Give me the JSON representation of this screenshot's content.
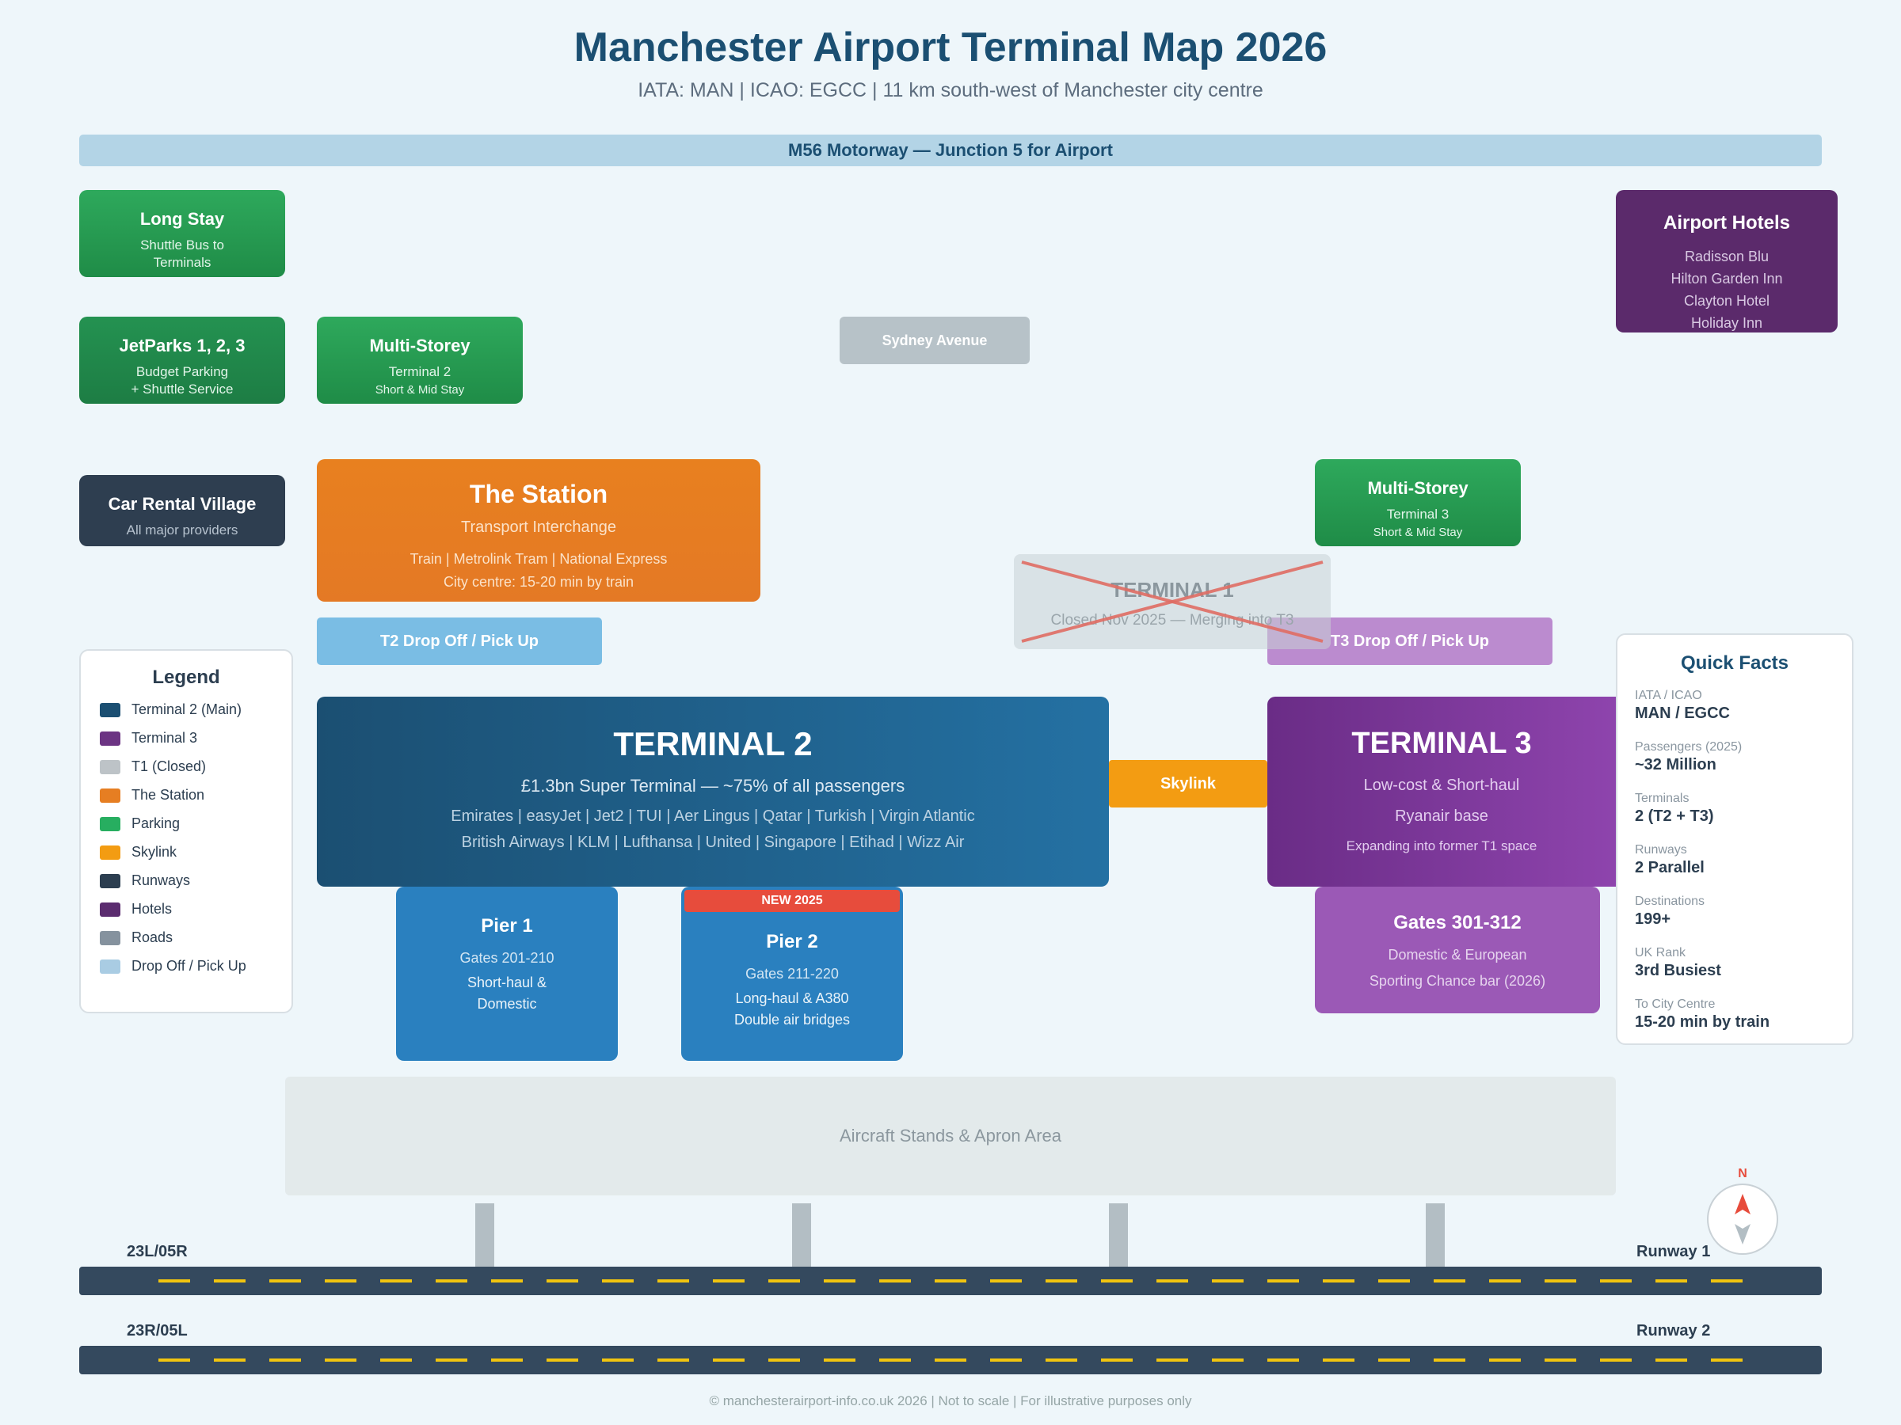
{
  "header": {
    "title": "Manchester Airport Terminal Map 2026",
    "subtitle": "IATA: MAN | ICAO: EGCC | 11 km south-west of Manchester city centre"
  },
  "motorway": "M56 Motorway — Junction 5 for Airport",
  "long_stay": {
    "title": "Long Stay",
    "line1": "Shuttle Bus to",
    "line2": "Terminals"
  },
  "jetparks": {
    "title": "JetParks 1, 2, 3",
    "line1": "Budget Parking",
    "line2": "+ Shuttle Service"
  },
  "multistorey_t2": {
    "title": "Multi-Storey",
    "line1": "Terminal 2",
    "line2": "Short & Mid Stay"
  },
  "sydney_avenue": "Sydney Avenue",
  "hotels": {
    "title": "Airport Hotels",
    "items": [
      "Radisson Blu",
      "Hilton Garden Inn",
      "Clayton Hotel",
      "Holiday Inn"
    ]
  },
  "car_rental": {
    "title": "Car Rental Village",
    "line1": "All major providers"
  },
  "station": {
    "title": "The Station",
    "subtitle": "Transport Interchange",
    "line1": "Train | Metrolink Tram | National Express",
    "line2": "City centre: 15-20 min by train"
  },
  "multistorey_t3": {
    "title": "Multi-Storey",
    "line1": "Terminal 3",
    "line2": "Short & Mid Stay"
  },
  "terminal1": {
    "title": "TERMINAL 1",
    "line1": "Closed Nov 2025 — Merging into T3"
  },
  "t2_dropoff": "T2 Drop Off / Pick Up",
  "t3_dropoff": "T3 Drop Off / Pick Up",
  "terminal2": {
    "title": "TERMINAL 2",
    "subtitle": "£1.3bn Super Terminal — ~75% of all passengers",
    "airlines1": "Emirates | easyJet | Jet2 | TUI | Aer Lingus | Qatar | Turkish | Virgin Atlantic",
    "airlines2": "British Airways | KLM | Lufthansa | United | Singapore | Etihad | Wizz Air"
  },
  "skylink": "Skylink",
  "terminal3": {
    "title": "TERMINAL 3",
    "line1": "Low-cost & Short-haul",
    "line2": "Ryanair base",
    "line3": "Expanding into former T1 space"
  },
  "pier1": {
    "title": "Pier 1",
    "line1": "Gates 201-210",
    "line2": "Short-haul &",
    "line3": "Domestic"
  },
  "pier2": {
    "badge": "NEW 2025",
    "title": "Pier 2",
    "line1": "Gates 211-220",
    "line2": "Long-haul & A380",
    "line3": "Double air bridges"
  },
  "gates3": {
    "title": "Gates 301-312",
    "line1": "Domestic & European",
    "line2": "Sporting Chance bar (2026)"
  },
  "legend": {
    "title": "Legend",
    "items": [
      {
        "label": "Terminal 2 (Main)",
        "color": "#1b4f72"
      },
      {
        "label": "Terminal 3",
        "color": "#6c3483"
      },
      {
        "label": "T1 (Closed)",
        "color": "#bdc3c7"
      },
      {
        "label": "The Station",
        "color": "#e67e22"
      },
      {
        "label": "Parking",
        "color": "#27ae60"
      },
      {
        "label": "Skylink",
        "color": "#f39c12"
      },
      {
        "label": "Runways",
        "color": "#2c3e50"
      },
      {
        "label": "Hotels",
        "color": "#5b2c6f"
      },
      {
        "label": "Roads",
        "color": "#85929e"
      },
      {
        "label": "Drop Off / Pick Up",
        "color": "#a9cce3"
      }
    ]
  },
  "quick_facts": {
    "title": "Quick Facts",
    "items": [
      {
        "label": "IATA / ICAO",
        "value": "MAN / EGCC"
      },
      {
        "label": "Passengers (2025)",
        "value": "~32 Million"
      },
      {
        "label": "Terminals",
        "value": "2 (T2 + T3)"
      },
      {
        "label": "Runways",
        "value": "2 Parallel"
      },
      {
        "label": "Destinations",
        "value": "199+"
      },
      {
        "label": "UK Rank",
        "value": "3rd Busiest"
      },
      {
        "label": "To City Centre",
        "value": "15-20 min by train"
      }
    ]
  },
  "apron": "Aircraft Stands & Apron Area",
  "compass_n": "N",
  "runway1": {
    "designator": "23L/05R",
    "name": "Runway 1"
  },
  "runway2": {
    "designator": "23R/05L",
    "name": "Runway 2"
  },
  "footer": "© manchesterairport-info.co.uk 2026 | Not to scale | For illustrative purposes only"
}
